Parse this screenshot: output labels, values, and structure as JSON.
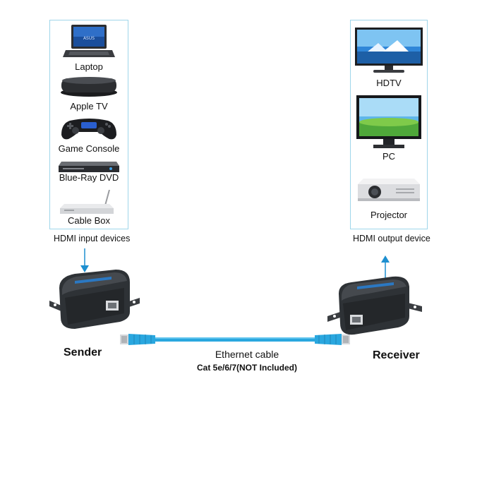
{
  "input_panel": {
    "devices": [
      {
        "label": "Laptop",
        "icon": "laptop-icon"
      },
      {
        "label": "Apple TV",
        "icon": "apple-tv-icon"
      },
      {
        "label": "Game Console",
        "icon": "gamepad-icon"
      },
      {
        "label": "Blue-Ray DVD",
        "icon": "dvd-player-icon"
      },
      {
        "label": "Cable Box",
        "icon": "cable-box-icon"
      }
    ],
    "caption": "HDMI input devices"
  },
  "output_panel": {
    "devices": [
      {
        "label": "HDTV",
        "icon": "hdtv-icon"
      },
      {
        "label": "PC",
        "icon": "pc-monitor-icon"
      },
      {
        "label": "Projector",
        "icon": "projector-icon"
      }
    ],
    "caption": "HDMI output device"
  },
  "sender_label": "Sender",
  "receiver_label": "Receiver",
  "cable": {
    "title": "Ethernet cable",
    "subtitle": "Cat 5e/6/7(NOT Included)"
  },
  "colors": {
    "panel_border": "#9fd6ea",
    "cable": "#2aa7df",
    "arrow": "#1d8fd0",
    "device_body": "#2e3236"
  }
}
